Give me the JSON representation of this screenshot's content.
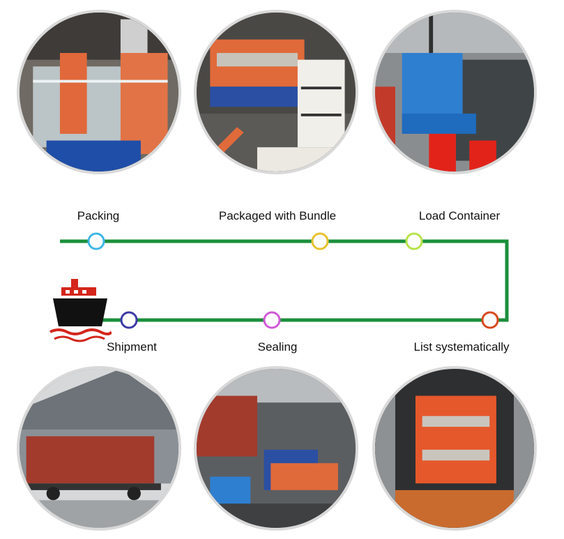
{
  "steps": [
    {
      "label": "Packing",
      "node_color": "#3fb7e6"
    },
    {
      "label": "Packaged with Bundle",
      "node_color": "#e6c22f"
    },
    {
      "label": "Load Container",
      "node_color": "#b7e34a"
    },
    {
      "label": "List systematically",
      "node_color": "#d9481e"
    },
    {
      "label": "Sealing",
      "node_color": "#cf5bd6"
    },
    {
      "label": "Shipment",
      "node_color": "#3d3aa6"
    }
  ],
  "line_color": "#1b8f3b",
  "ship_icon": "ship-icon",
  "photos": [
    {
      "name": "packing-photo"
    },
    {
      "name": "bundle-photo"
    },
    {
      "name": "load-container-photo"
    },
    {
      "name": "shipment-photo"
    },
    {
      "name": "sealing-photo"
    },
    {
      "name": "list-systematically-photo"
    }
  ]
}
